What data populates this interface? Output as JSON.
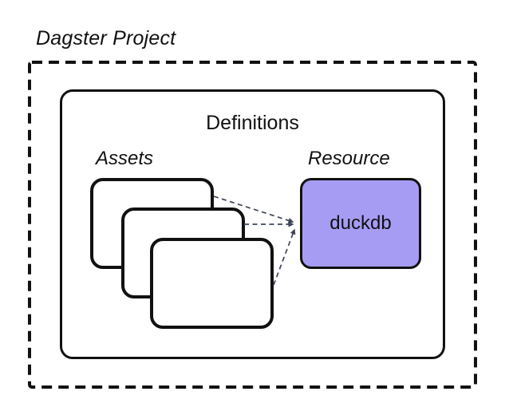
{
  "diagram": {
    "project": {
      "title": "Dagster Project"
    },
    "definitions": {
      "label": "Definitions"
    },
    "assets": {
      "label": "Assets",
      "card_count": 3
    },
    "resource": {
      "label": "Resource",
      "node_label": "duckdb"
    },
    "edges": [
      {
        "from": "asset-card-1",
        "to": "duckdb"
      },
      {
        "from": "asset-card-2",
        "to": "duckdb"
      },
      {
        "from": "asset-card-3",
        "to": "duckdb"
      }
    ],
    "colors": {
      "background": "#ffffff",
      "outline": "#111111",
      "resource_fill": "#a79cf4",
      "edge_line": "#3d4459"
    }
  }
}
